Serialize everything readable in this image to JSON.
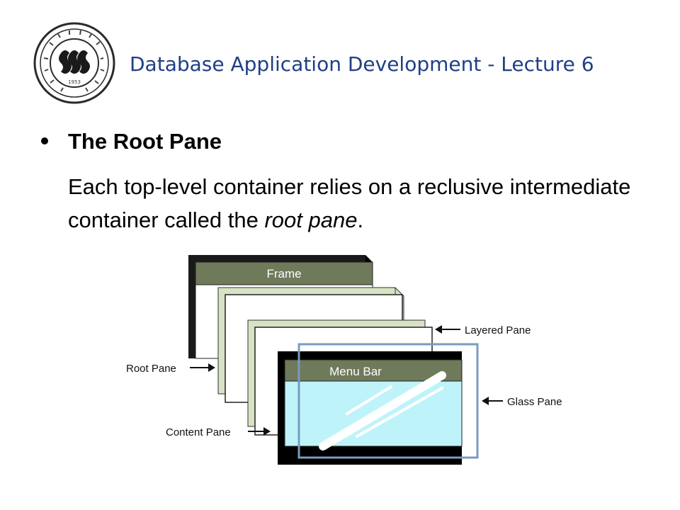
{
  "header": {
    "title": "Database Application Development - Lecture 6",
    "logo_icon": "college-seal-icon",
    "logo_year": "1953"
  },
  "bullet": {
    "heading": "The Root Pane",
    "text_before": "Each top-level container relies on a reclusive intermediate container called the ",
    "text_emphasis": "root pane",
    "text_after": "."
  },
  "diagram": {
    "frame_label": "Frame",
    "menu_bar_label": "Menu Bar",
    "callouts": {
      "layered_pane": "Layered Pane",
      "root_pane": "Root Pane",
      "glass_pane": "Glass Pane",
      "content_pane": "Content Pane"
    },
    "colors": {
      "frame_bar": "#6f7a5b",
      "root_pane_face": "#d8e2c4",
      "content_pane_fill": "#bff3fa",
      "glass_pane_border": "#7a9bbd",
      "header_title": "#1f3f86"
    }
  }
}
